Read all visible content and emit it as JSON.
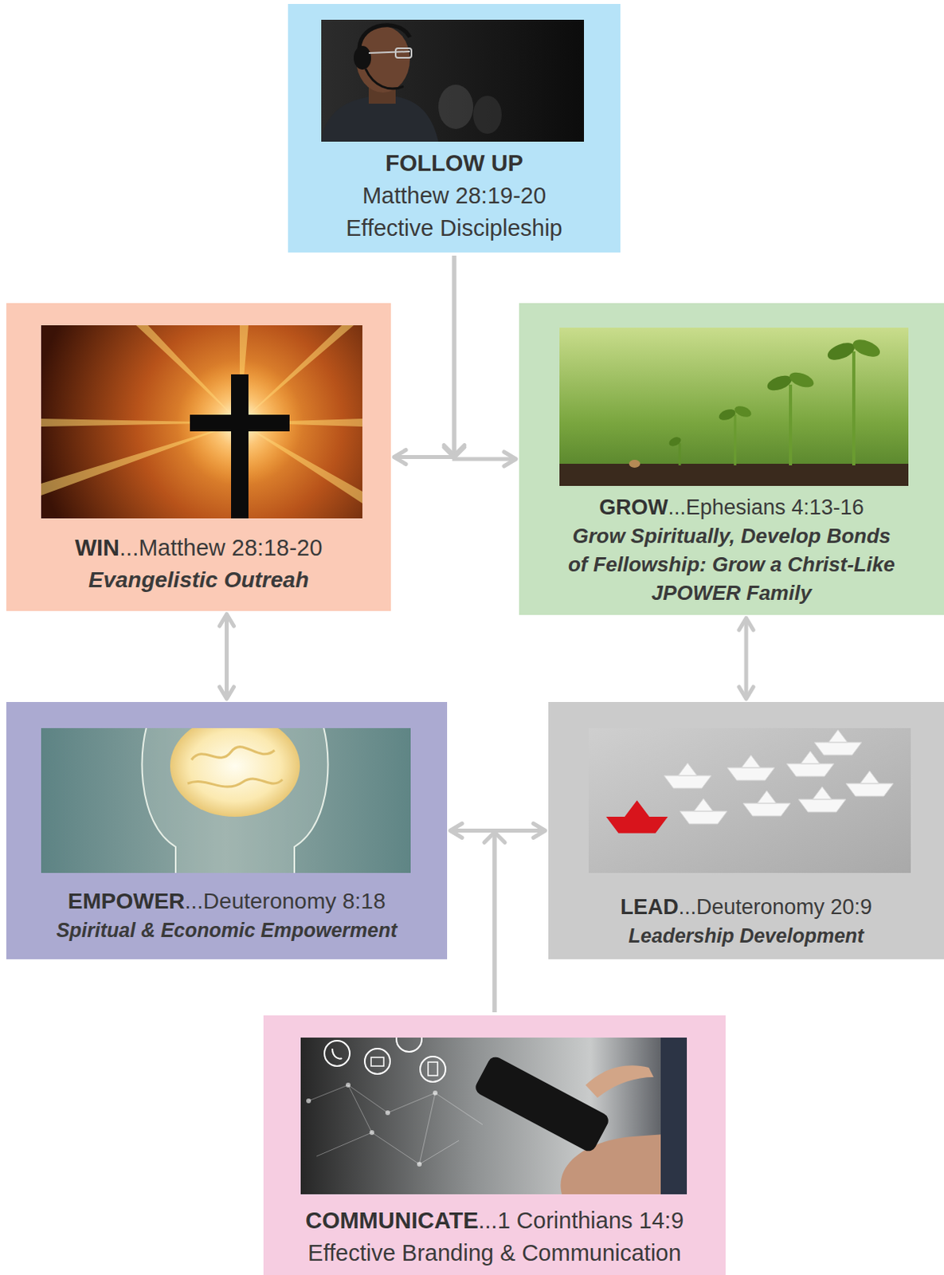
{
  "diagram": {
    "nodes": [
      {
        "text": [
          "FOLLOW UP",
          "Matthew 28:19-20",
          "Effective Discipleship"
        ]
      },
      {
        "text": [
          "WIN",
          "...Matthew 28:18-20",
          "Evangelistic Outreah"
        ]
      },
      {
        "text": [
          "GROW",
          "...Ephesians 4:13-16",
          "Grow Spiritually, Develop Bonds of Fellowship: Grow a Christ-Like JPOWER Family"
        ]
      },
      {
        "text": [
          "EMPOWER",
          "...Deuteronomy 8:18",
          "Spiritual & Economic Empowerment"
        ]
      },
      {
        "text": [
          "LEAD",
          "...Deuteronomy 20:9",
          "Leadership Development"
        ]
      },
      {
        "text": [
          "COMMUNICATE",
          "...1 Corinthians 14:9",
          "Effective Branding & Communication"
        ]
      }
    ],
    "edges": [
      {
        "from": 0,
        "to": 1,
        "arrow": "to"
      },
      {
        "from": 0,
        "to": 2,
        "arrow": "to"
      },
      {
        "from": 1,
        "to": 3,
        "arrow": "both"
      },
      {
        "from": 2,
        "to": 4,
        "arrow": "both"
      },
      {
        "from": 5,
        "to": 3,
        "arrow": "to"
      },
      {
        "from": 5,
        "to": 4,
        "arrow": "to"
      }
    ]
  }
}
